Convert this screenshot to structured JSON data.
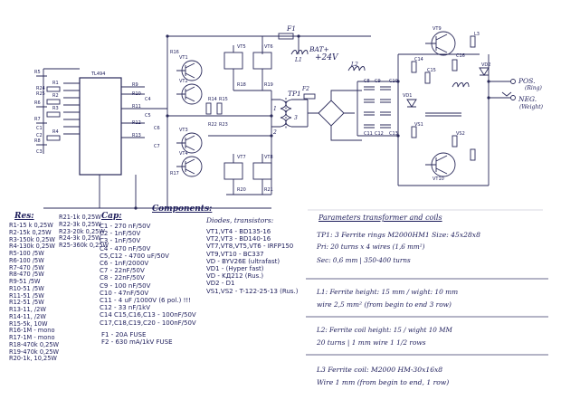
{
  "schematic": {
    "ic": "TL494",
    "top_labels": {
      "fuse1": "F1",
      "battery": "BAT+",
      "voltage": "+24V",
      "l1": "L1",
      "l2": "L2"
    },
    "transformer": {
      "tp1": "TP1",
      "pin1": "1",
      "pin2": "2",
      "pin3": "3",
      "fuse2": "F2"
    },
    "outputs": {
      "pos": "POS.",
      "pos_sub": "(Ring)",
      "neg": "NEG.",
      "neg_sub": "(Weight)"
    },
    "component_labels": [
      "VT1",
      "VT2",
      "VT3",
      "VT4",
      "VT5",
      "VT6",
      "VT7",
      "VT8",
      "VT9",
      "VT10",
      "VD1",
      "VD2",
      "R1",
      "R2",
      "R3",
      "R4",
      "R5",
      "R6",
      "R7",
      "R8",
      "R9",
      "R10",
      "R11",
      "R12",
      "R13",
      "R14",
      "R15",
      "R16",
      "R17",
      "R18",
      "R19",
      "R20",
      "R21",
      "R22",
      "R23",
      "R24",
      "R25",
      "C1",
      "C2",
      "C3",
      "C4",
      "C5",
      "C6",
      "C7",
      "C8",
      "C9",
      "C10",
      "C11",
      "C12",
      "C13",
      "C14",
      "C15",
      "C16",
      "L3",
      "VS1",
      "VS2"
    ]
  },
  "headings": {
    "res": "Res:",
    "cap": "Cap:",
    "components": "Components:",
    "diodes": "Diodes, transistors:"
  },
  "resistors_left": [
    "R1-15 k 0,25W",
    "R2-15k 0,25W",
    "R3-150k 0,25W",
    "R4-130k 0,25W",
    "R5-100 /5W",
    "R6-100 /5W",
    "R7-470 /5W",
    "R8-470 /5W",
    "R9-51 /5W",
    "R10-51 /5W",
    "R11-51 /5W",
    "R12-51 /5W",
    "R13-11, /2W",
    "R14-11, /2W",
    "R15-5k, 10W",
    "R16-1M - mono",
    "R17-1M - mono",
    "R18-470k 0,25W",
    "R19-470k 0,25W",
    "R20-1k, 10,25W"
  ],
  "resistors_right": [
    "R21-1k 0,25W",
    "R22-3k 0,25W",
    "R23-20k 0,25W",
    "R24-3k 0,25W",
    "R25-360k 0,25W"
  ],
  "capacitors": [
    "C1 - 270 nF/50V",
    "C2 - 1nF/50V",
    "C3 - 1nF/50V",
    "C4 - 470 nF/50V",
    "C5,C12 - 4700 uF/50V",
    "C6 - 1nF/2000V",
    "C7 - 22nF/50V",
    "C8 - 22nF/50V",
    "C9 - 100 nF/50V",
    "C10 - 47nF/50V",
    "C11 - 4 uF /1000V (6 pol.) !!!",
    "C12 - 33 nF/1kV",
    "C14 C15,C16,C13 - 100nF/50V",
    "C17,C18,C19,C20 - 100nF/50V"
  ],
  "fuses": [
    "F1 - 20A FUSE",
    "F2 - 630 mA/1kV FUSE"
  ],
  "transistors": [
    "VT1,VT4 - BD135-16",
    "VT2,VT3 - BD140-16",
    "VT7,VT8,VT5,VT6 - IRFP150",
    "VT9,VT10 - BC337",
    "VD - BYV26E (ultrafast)",
    "VD1 - (Hyper fast)",
    "VD - KД212 (Rus.)",
    "VD2 - D1",
    "VS1,VS2 - T-122-25-13 (Rus.)"
  ],
  "parameters": {
    "title": "Parameters transformer and coils",
    "tp1": "TP1: 3 Ferrite rings M2000HM1 Size: 45x28x8",
    "pri": "Pri: 20 turns x 4 wires (1,6 mm²)",
    "sec": "Sec: 0,6 mm | 350-400 turns",
    "l1_a": "L1: Ferrite height: 15 mm / wight: 10 mm",
    "l1_b": "wire 2,5 mm² (from begin to end 3 row)",
    "l2_a": "L2: Ferrite coil height: 15 / wight 10 MM",
    "l2_b": "20 turns | 1 mm wire 1 1/2 rows",
    "l3_a": "L3 Ferrite coil: M2000 HM-30x16x8",
    "l3_b": "Wire 1 mm (from begin to end, 1 row)"
  }
}
